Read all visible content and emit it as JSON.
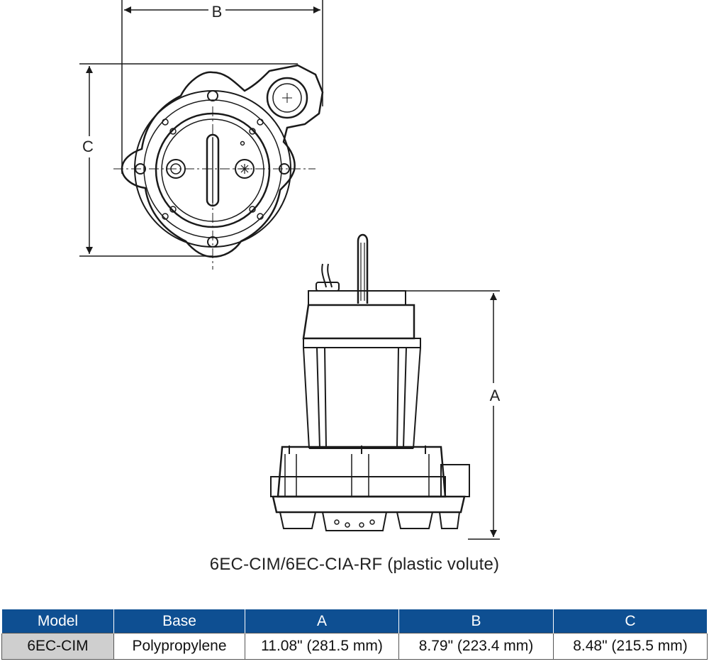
{
  "dimension_labels": {
    "a": "A",
    "b": "B",
    "c": "C"
  },
  "caption": "6EC-CIM/6EC-CIA-RF (plastic volute)",
  "spec_table": {
    "headers": [
      "Model",
      "Base",
      "A",
      "B",
      "C"
    ],
    "rows": [
      [
        "6EC-CIM",
        "Polypropylene",
        "11.08\" (281.5 mm)",
        "8.79\" (223.4 mm)",
        "8.48\" (215.5 mm)"
      ]
    ]
  },
  "colors": {
    "header_bg": "#0e4f92",
    "header_text": "#ffffff",
    "model_cell_bg": "#cfcfcf",
    "line": "#1a1a1a"
  }
}
